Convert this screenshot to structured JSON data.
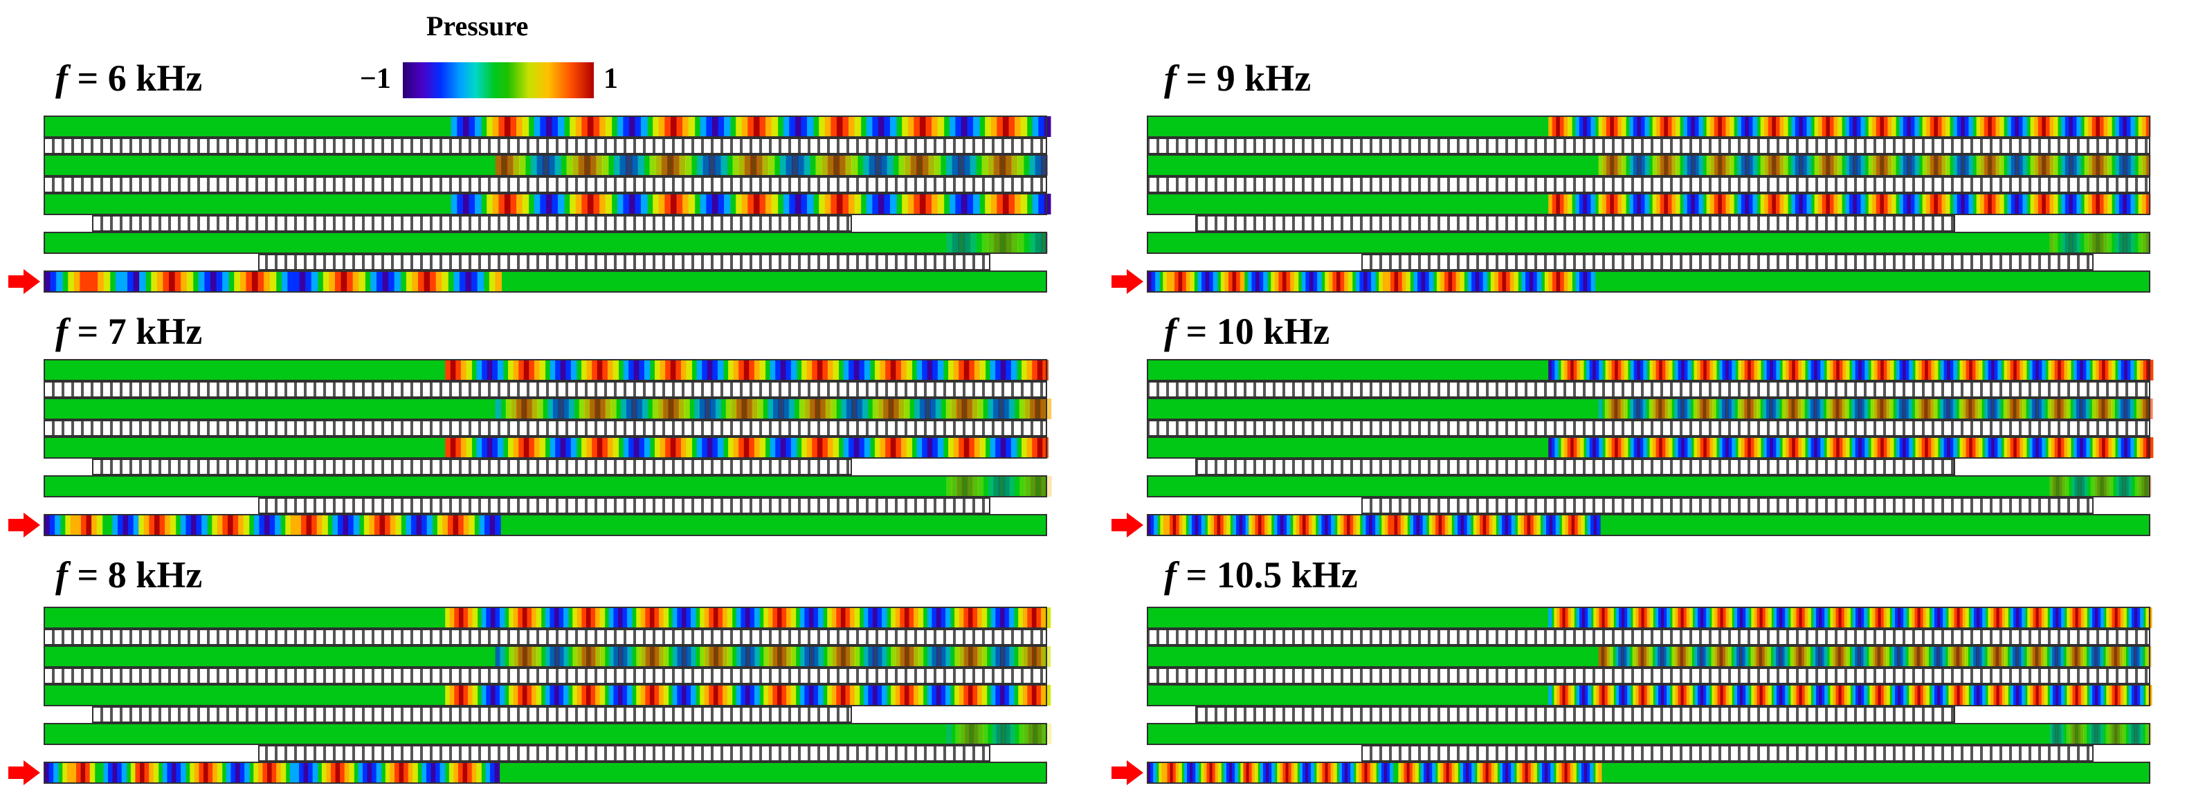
{
  "colorbar": {
    "title": "Pressure",
    "min_label": "−1",
    "max_label": "1",
    "stops": [
      "#2a0070",
      "#0030ff",
      "#00c820",
      "#ffc000",
      "#b00000"
    ]
  },
  "panels": [
    {
      "f_symbol": "f",
      "label_rest": " = 6 kHz",
      "frequency_khz": 6
    },
    {
      "f_symbol": "f",
      "label_rest": " = 9 kHz",
      "frequency_khz": 9
    },
    {
      "f_symbol": "f",
      "label_rest": " = 7 kHz",
      "frequency_khz": 7
    },
    {
      "f_symbol": "f",
      "label_rest": " = 10 kHz",
      "frequency_khz": 10
    },
    {
      "f_symbol": "f",
      "label_rest": " = 8 kHz",
      "frequency_khz": 8
    },
    {
      "f_symbol": "f",
      "label_rest": " = 10.5 kHz",
      "frequency_khz": 10.5
    }
  ],
  "colors": {
    "background_field": "#00c814",
    "input_arrow": "#ff0000",
    "outline": "#303030"
  }
}
